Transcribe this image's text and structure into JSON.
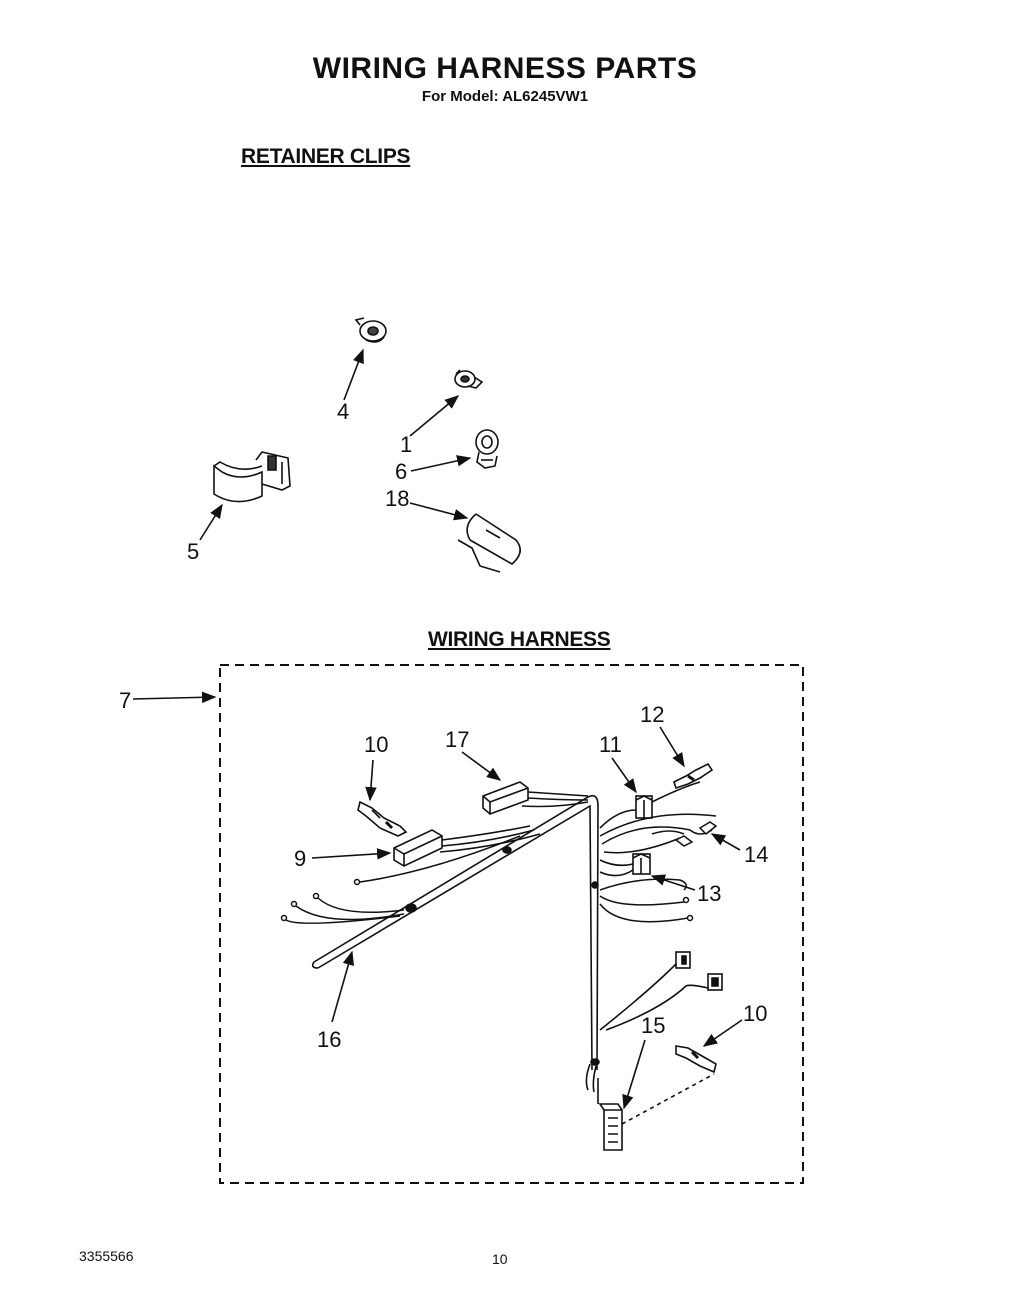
{
  "header": {
    "title": "WIRING HARNESS PARTS",
    "subtitle": "For Model: AL6245VW1"
  },
  "sections": {
    "retainer_clips": "RETAINER CLIPS",
    "wiring_harness": "WIRING HARNESS"
  },
  "callouts": {
    "c4": "4",
    "c1": "1",
    "c6": "6",
    "c18": "18",
    "c5": "5",
    "c7": "7",
    "c10a": "10",
    "c17": "17",
    "c11": "11",
    "c12": "12",
    "c9": "9",
    "c14": "14",
    "c13": "13",
    "c16": "16",
    "c15": "15",
    "c10b": "10"
  },
  "footer": {
    "doc_number": "3355566",
    "page_number": "10"
  }
}
